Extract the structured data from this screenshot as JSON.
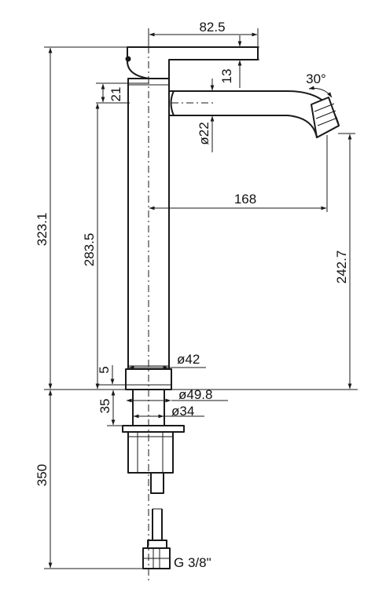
{
  "drawing": {
    "dimensions": {
      "handle_length": "82.5",
      "handle_height": "13",
      "spout_angle": "30°",
      "spout_offset": "21",
      "spout_diameter": "ø22",
      "spout_reach": "168",
      "total_height": "323.1",
      "spout_height": "283.5",
      "outlet_height": "242.7",
      "body_diameter": "ø42",
      "base_step": "5",
      "base_diameter": "ø49.8",
      "shank_length": "35",
      "shank_diameter": "ø34",
      "hose_length": "350",
      "connection": "G 3/8\""
    }
  }
}
